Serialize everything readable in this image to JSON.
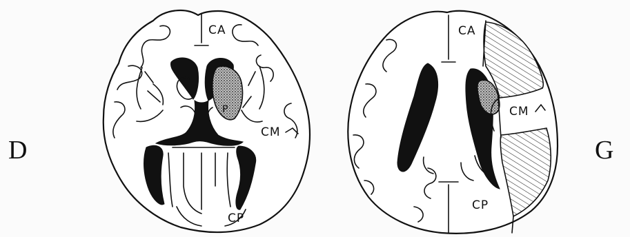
{
  "side_labels": {
    "left": "D",
    "right": "G"
  },
  "left_brain": {
    "labels": {
      "ca": "CA",
      "cm": "CM",
      "cp": "CP",
      "p": "P"
    }
  },
  "right_brain": {
    "labels": {
      "ca": "CA",
      "cm": "CM",
      "cp": "CP"
    }
  }
}
